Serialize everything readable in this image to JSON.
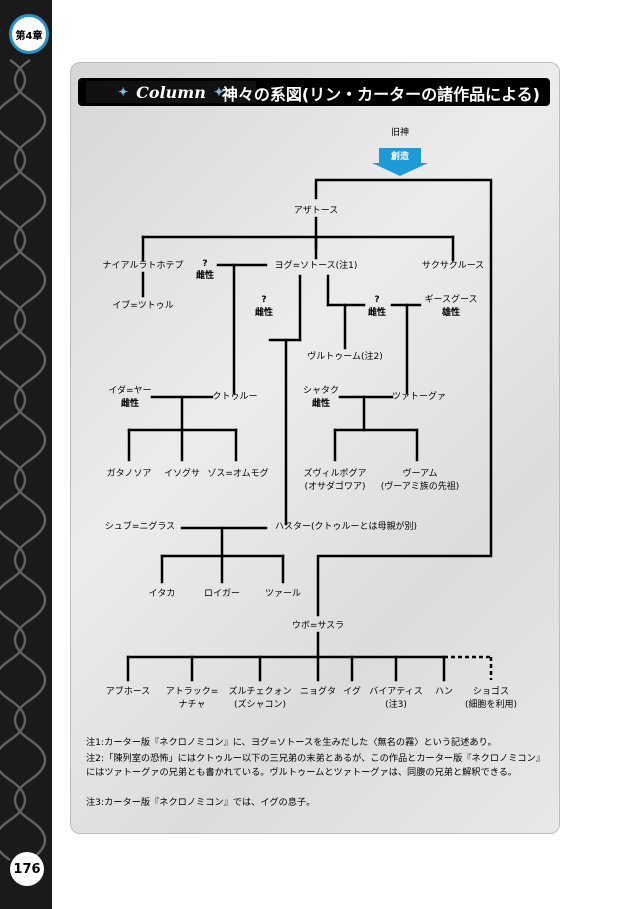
{
  "chapter_badge": "第4章",
  "page_number": "176",
  "header": {
    "column_label": "Column",
    "title": "神々の系図(リン・カーターの諸作品による)"
  },
  "tree": {
    "old_gods": "旧神",
    "create": "創造",
    "azathoth": "アザトース",
    "nyarlathotep": "ナイアルラトホテプ",
    "q1": "?",
    "q1_sex": "雌性",
    "yog": "ヨグ=ソトース(注1)",
    "cxax": "サクサクルース",
    "ib": "イブ=ツトゥル",
    "q2": "?",
    "q2_sex": "雌性",
    "q3": "?",
    "q3_sex": "雌性",
    "ghisguth": "ギースグース",
    "ghisguth_sex": "雄性",
    "vulthoom": "ヴルトゥーム(注2)",
    "idhya": "イダ=ヤー",
    "idhya_sex": "雌性",
    "cthulhu": "クトゥルー",
    "shatak": "シャタク",
    "shatak_sex": "雌性",
    "tsathoggua": "ツァトーグァ",
    "ghatanothoa": "ガタノソア",
    "ythogtha": "イソグサ",
    "zoth": "ゾス=オムモグ",
    "zvilpogghua": "ズヴィルポグア",
    "zvilpogghua_alt": "(オサダゴワア)",
    "voorm": "ヴーアム",
    "voorm_note": "(ヴーアミ族の先祖)",
    "shub": "シュブ=ニグラス",
    "hastur": "ハスター(クトゥルーとは母親が別)",
    "ithaqua": "イタカ",
    "lloigor": "ロイガー",
    "zhar": "ツァール",
    "ubbo": "ウボ=サスラ",
    "abhoth": "アブホース",
    "atlach": "アトラック=",
    "atlach2": "ナチャ",
    "zulchequon": "ズルチェクォン",
    "zulchequon_alt": "(ズシャコン)",
    "nyogtha": "ニョグタ",
    "yig": "イグ",
    "byatis": "バイアティス",
    "byatis_note": "(注3)",
    "han": "ハン",
    "shoggoth": "ショゴス",
    "shoggoth_note": "(細胞を利用)"
  },
  "notes": [
    "注1:カーター版『ネクロノミコン』に、ヨグ=ソトースを生みだした〈無名の霧〉という記述あり。",
    "注2:「陳列室の恐怖」にはクトゥルー以下の三兄弟の末弟とあるが、この作品とカーター版『ネクロノミコン』にはツァトーグァの兄弟とも書かれている。ヴルトゥームとツァトーグァは、同腹の兄弟と解釈できる。",
    "注3:カーター版『ネクロノミコン』では、イグの息子。"
  ],
  "colors": {
    "accent": "#2a92c8",
    "arrow": "#1e9ad6",
    "panel": "#e2e2e2",
    "ink": "#000000"
  }
}
